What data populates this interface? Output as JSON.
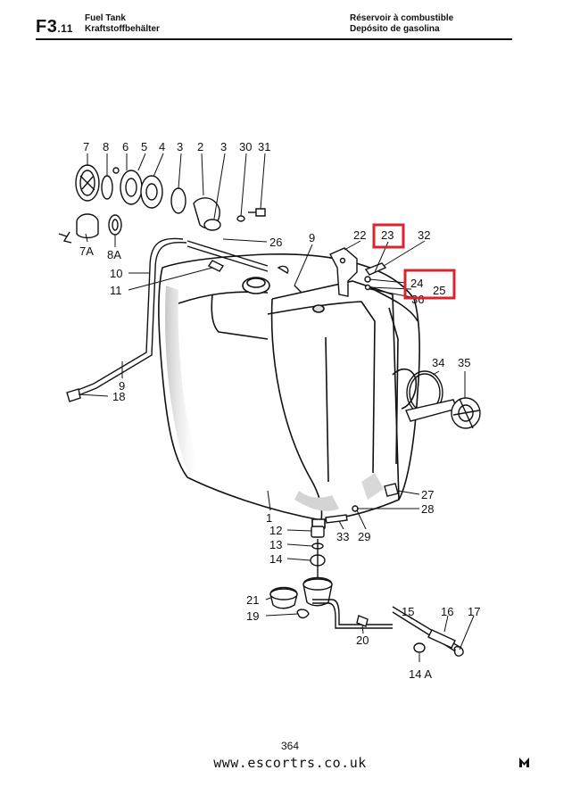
{
  "header": {
    "code": "F3",
    "code_suffix": ".11",
    "title_en": "Fuel Tank",
    "title_de": "Kraftstoffbehälter",
    "title_fr": "Réservoir à combustible",
    "title_es": "Depósito de gasolina"
  },
  "callouts": {
    "c7": "7",
    "c8": "8",
    "c6": "6",
    "c5": "5",
    "c4": "4",
    "c3a": "3",
    "c2": "2",
    "c3b": "3",
    "c30": "30",
    "c31": "31",
    "c7A": "7A",
    "c8A": "8A",
    "c26": "26",
    "c9a": "9",
    "c22": "22",
    "c23": "23",
    "c32": "32",
    "c24": "24",
    "c25": "25",
    "c36": "36",
    "c10": "10",
    "c11": "11",
    "c9b": "9",
    "c18": "18",
    "c34": "34",
    "c35": "35",
    "c27": "27",
    "c28": "28",
    "c1": "1",
    "c12": "12",
    "c33": "33",
    "c29": "29",
    "c13": "13",
    "c14": "14",
    "c21": "21",
    "c19": "19",
    "c20": "20",
    "c15": "15",
    "c16": "16",
    "c17": "17",
    "c14A": "14 A"
  },
  "highlight_color": "#d9232d",
  "footer": {
    "page_number": "364",
    "url": "www.escortrs.co.uk"
  }
}
